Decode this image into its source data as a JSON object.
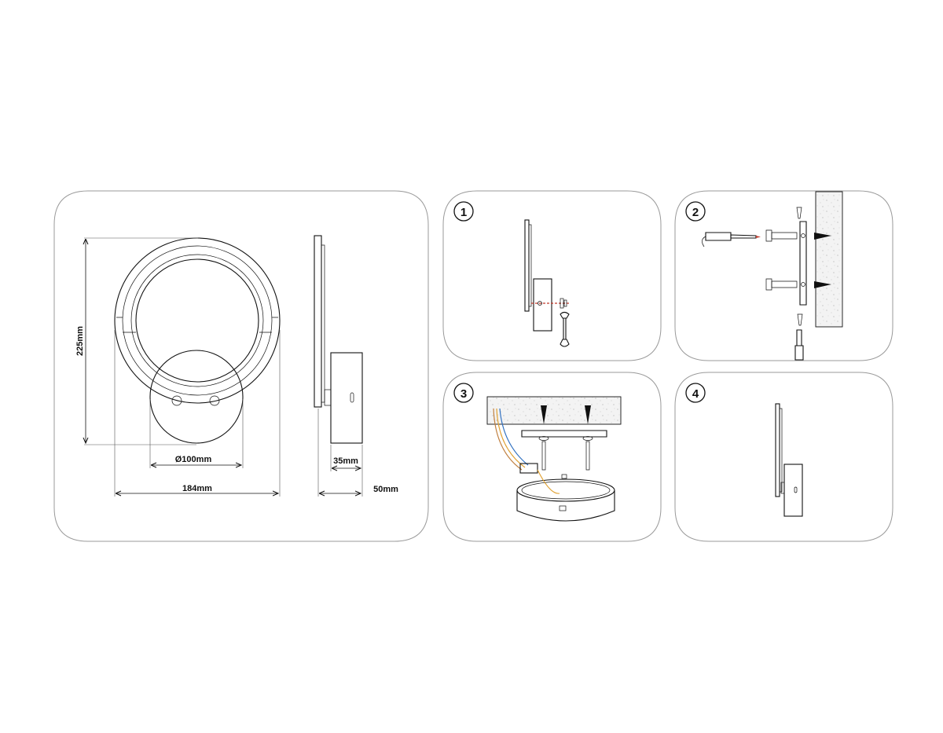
{
  "dimensions": {
    "height": "225mm",
    "width": "184mm",
    "base_diameter": "Ø100mm",
    "base_depth": "35mm",
    "total_depth": "50mm"
  },
  "steps": [
    {
      "label": "1"
    },
    {
      "label": "2"
    },
    {
      "label": "3"
    },
    {
      "label": "4"
    }
  ]
}
